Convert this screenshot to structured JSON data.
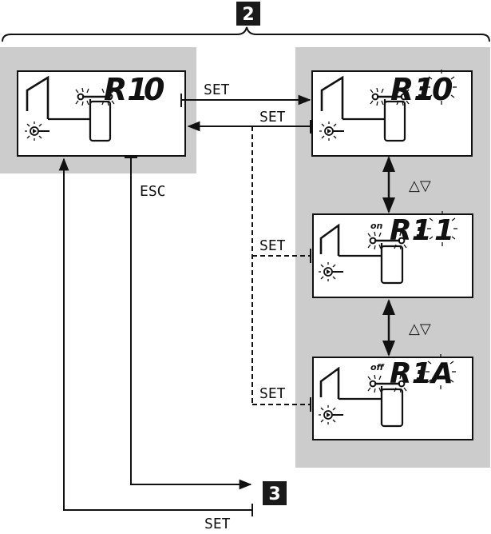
{
  "step_badges": {
    "top": "2",
    "bottom": "3"
  },
  "colors": {
    "panel_gray": "#cccccc",
    "line": "#111111",
    "badge_bg": "#1a1a1a",
    "badge_fg": "#ffffff"
  },
  "displays": {
    "main": {
      "status": "",
      "code": "R1",
      "sep": ":",
      "value": "0",
      "value_blinking": false
    },
    "edit_0": {
      "status": "",
      "code": "R1",
      "sep": ":",
      "value": "0",
      "value_blinking": true
    },
    "edit_1": {
      "status": "on",
      "code": "R1",
      "sep": ":",
      "value": "1",
      "value_blinking": true
    },
    "edit_a": {
      "status": "off",
      "code": "R1",
      "sep": ":",
      "value": "A",
      "value_blinking": true
    }
  },
  "labels": {
    "set_top": "SET",
    "set_back": "SET",
    "esc": "ESC",
    "set_mid": "SET",
    "set_low": "SET",
    "set_bottom": "SET",
    "updown_1": "△▽",
    "updown_2": "△▽"
  },
  "icons": [
    "solar-collector-icon",
    "wrench-icon",
    "pump-icon",
    "tank-icon",
    "blink-rays"
  ]
}
